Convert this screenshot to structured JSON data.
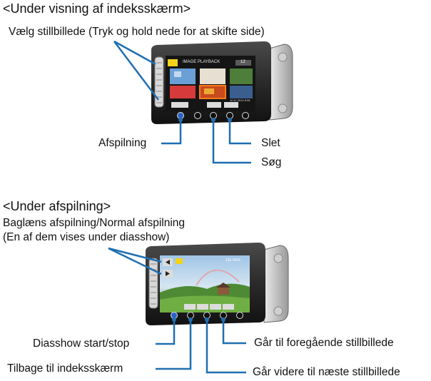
{
  "section_index": {
    "heading": "<Under visning af indeksskærm>",
    "select_label": "Vælg stillbillede (Tryk og hold nede for at skifte side)",
    "screen_title": "IMAGE PLAYBACK",
    "page_indicator": "12",
    "date_text": "10.11.2010  8:56",
    "buttons": {
      "play": "Afspilning",
      "search": "Søg",
      "delete": "Slet"
    }
  },
  "section_playback": {
    "heading": "<Under afspilning>",
    "reverse_label_line1": "Baglæns afspilning/Normal afspilning",
    "reverse_label_line2": "(En af dem vises under diasshow)",
    "file_number": "101-0001",
    "buttons": {
      "slideshow": "Diasshow start/stop",
      "back_to_index": "Tilbage til indeksskærm",
      "previous": "Går til foregående stillbillede",
      "next": "Går videre til næste stillbillede"
    }
  },
  "colors": {
    "callout_line": "#1f6fb2",
    "camera_body": "#2b2b2b",
    "screen_bg": "#1a1a1a",
    "accent": "#2a63c8"
  }
}
